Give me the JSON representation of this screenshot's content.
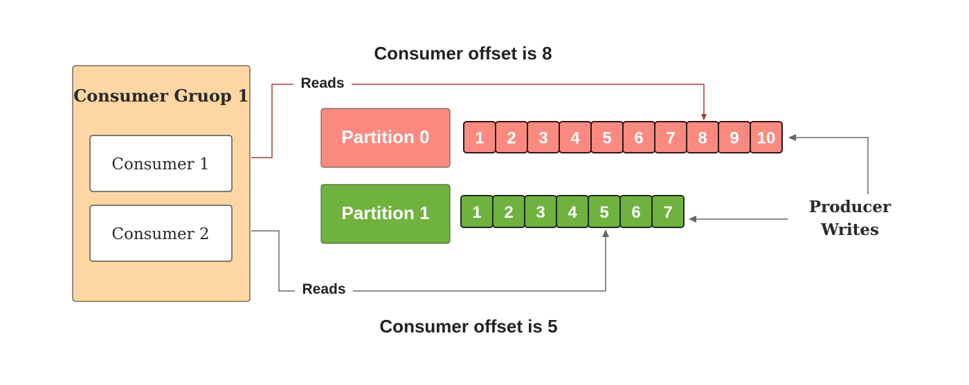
{
  "headings": {
    "top": "Consumer offset is 8",
    "bottom": "Consumer offset is 5"
  },
  "group": {
    "title": "Consumer Gruop 1",
    "consumers": [
      "Consumer 1",
      "Consumer 2"
    ]
  },
  "arrows": {
    "reads_top": "Reads",
    "reads_bottom": "Reads"
  },
  "producer": {
    "line1": "Producer",
    "line2": "Writes"
  },
  "partitions": [
    {
      "label": "Partition 0",
      "cells": [
        "1",
        "2",
        "3",
        "4",
        "5",
        "6",
        "7",
        "8",
        "9",
        "10"
      ],
      "color": "#fa8a7f",
      "offset": 8
    },
    {
      "label": "Partition 1",
      "cells": [
        "1",
        "2",
        "3",
        "4",
        "5",
        "6",
        "7"
      ],
      "color": "#6fb23e",
      "offset": 5
    }
  ],
  "colors": {
    "group_fill": "#fdd7a3",
    "group_stroke": "#7a6a55",
    "read_line_top": "#a33b35",
    "read_line_bottom": "#666666",
    "producer_line": "#666666"
  }
}
